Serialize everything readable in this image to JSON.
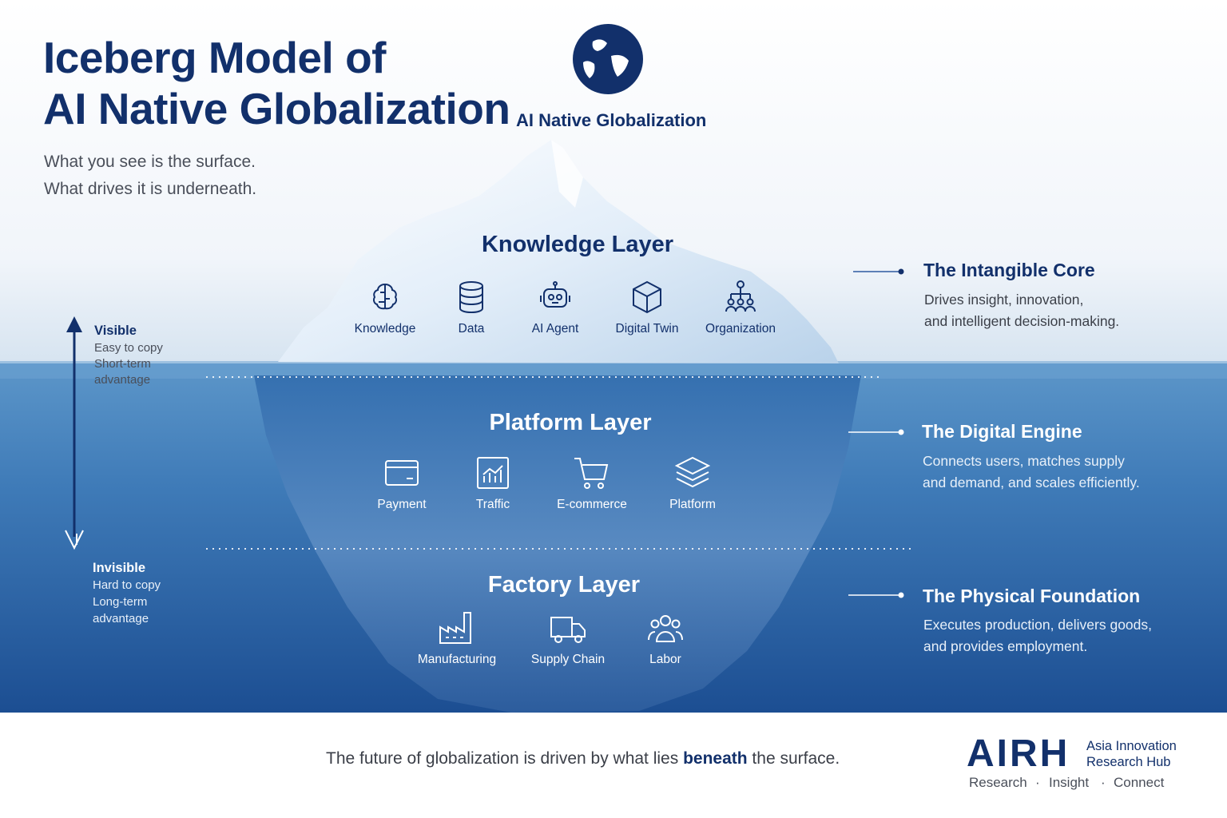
{
  "header": {
    "title_line1": "Iceberg Model of",
    "title_line2": "AI Native Globalization",
    "subtitle_line1": "What you see is the surface.",
    "subtitle_line2": "What drives it is underneath."
  },
  "globe_label": "AI Native Globalization",
  "layers": {
    "knowledge": {
      "title": "Knowledge Layer",
      "items": [
        {
          "label": "Knowledge",
          "icon": "brain-icon"
        },
        {
          "label": "Data",
          "icon": "database-icon"
        },
        {
          "label": "AI Agent",
          "icon": "robot-icon"
        },
        {
          "label": "Digital Twin",
          "icon": "cube-icon"
        },
        {
          "label": "Organization",
          "icon": "org-chart-icon"
        }
      ]
    },
    "platform": {
      "title": "Platform Layer",
      "items": [
        {
          "label": "Payment",
          "icon": "credit-card-icon"
        },
        {
          "label": "Traffic",
          "icon": "bar-chart-icon"
        },
        {
          "label": "E-commerce",
          "icon": "shopping-cart-icon"
        },
        {
          "label": "Platform",
          "icon": "layers-icon"
        }
      ]
    },
    "factory": {
      "title": "Factory Layer",
      "items": [
        {
          "label": "Manufacturing",
          "icon": "factory-icon"
        },
        {
          "label": "Supply Chain",
          "icon": "truck-icon"
        },
        {
          "label": "Labor",
          "icon": "people-icon"
        }
      ]
    }
  },
  "side_notes": [
    {
      "title": "The Intangible Core",
      "line1": "Drives insight, innovation,",
      "line2": "and intelligent decision-making."
    },
    {
      "title": "The Digital Engine",
      "line1": "Connects users, matches supply",
      "line2": "and demand, and scales efficiently."
    },
    {
      "title": "The Physical Foundation",
      "line1": "Executes production, delivers goods,",
      "line2": "and provides employment."
    }
  ],
  "visibility": {
    "visible": {
      "heading": "Visible",
      "line1": "Easy to copy",
      "line2": "Short-term",
      "line3": "advantage"
    },
    "invisible": {
      "heading": "Invisible",
      "line1": "Hard to copy",
      "line2": "Long-term",
      "line3": "advantage"
    }
  },
  "footer": {
    "text_before": "The future of globalization is driven by what lies ",
    "text_emphasis": "beneath",
    "text_after": " the surface."
  },
  "brand": {
    "logo": "AIRH",
    "name_line1": "Asia Innovation",
    "name_line2": "Research Hub",
    "tag1": "Research",
    "tag2": "Insight",
    "tag3": "Connect",
    "separator": "·"
  },
  "colors": {
    "navy": "#12306b",
    "ocean_top": "#5b95c8",
    "ocean_bottom": "#1b4f94",
    "ice": "#e6f0fa"
  }
}
